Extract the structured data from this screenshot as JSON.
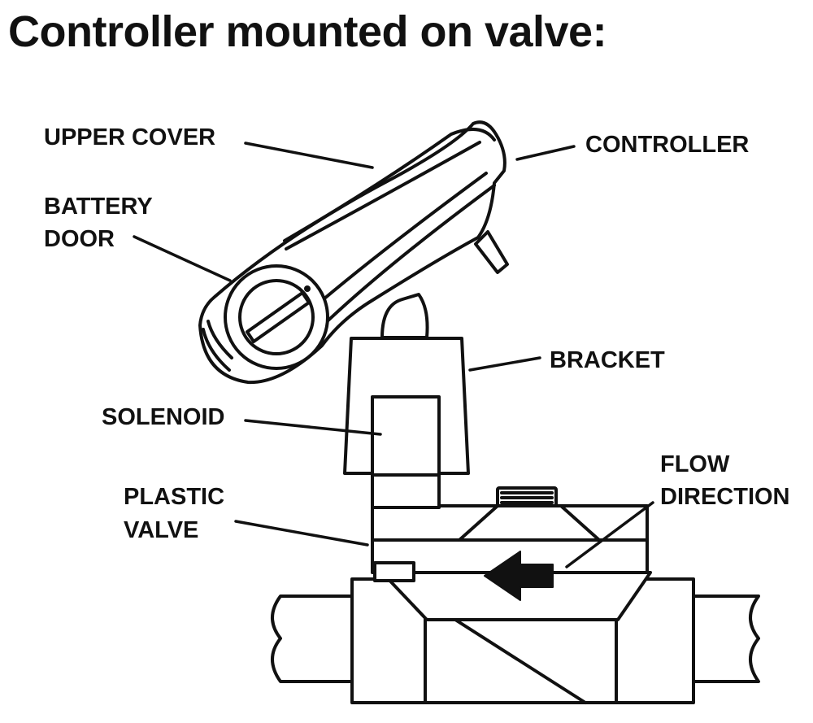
{
  "title": "Controller mounted on valve:",
  "labels": {
    "upper_cover": "UPPER COVER",
    "controller": "CONTROLLER",
    "battery_door_1": "BATTERY",
    "battery_door_2": "DOOR",
    "bracket": "BRACKET",
    "solenoid": "SOLENOID",
    "flow_direction_1": "FLOW",
    "flow_direction_2": "DIRECTION",
    "plastic_valve_1": "PLASTIC",
    "plastic_valve_2": "VALVE"
  },
  "colors": {
    "ink": "#111111",
    "background": "#ffffff"
  },
  "icons": {
    "flow_arrow": "arrow-left-icon"
  }
}
